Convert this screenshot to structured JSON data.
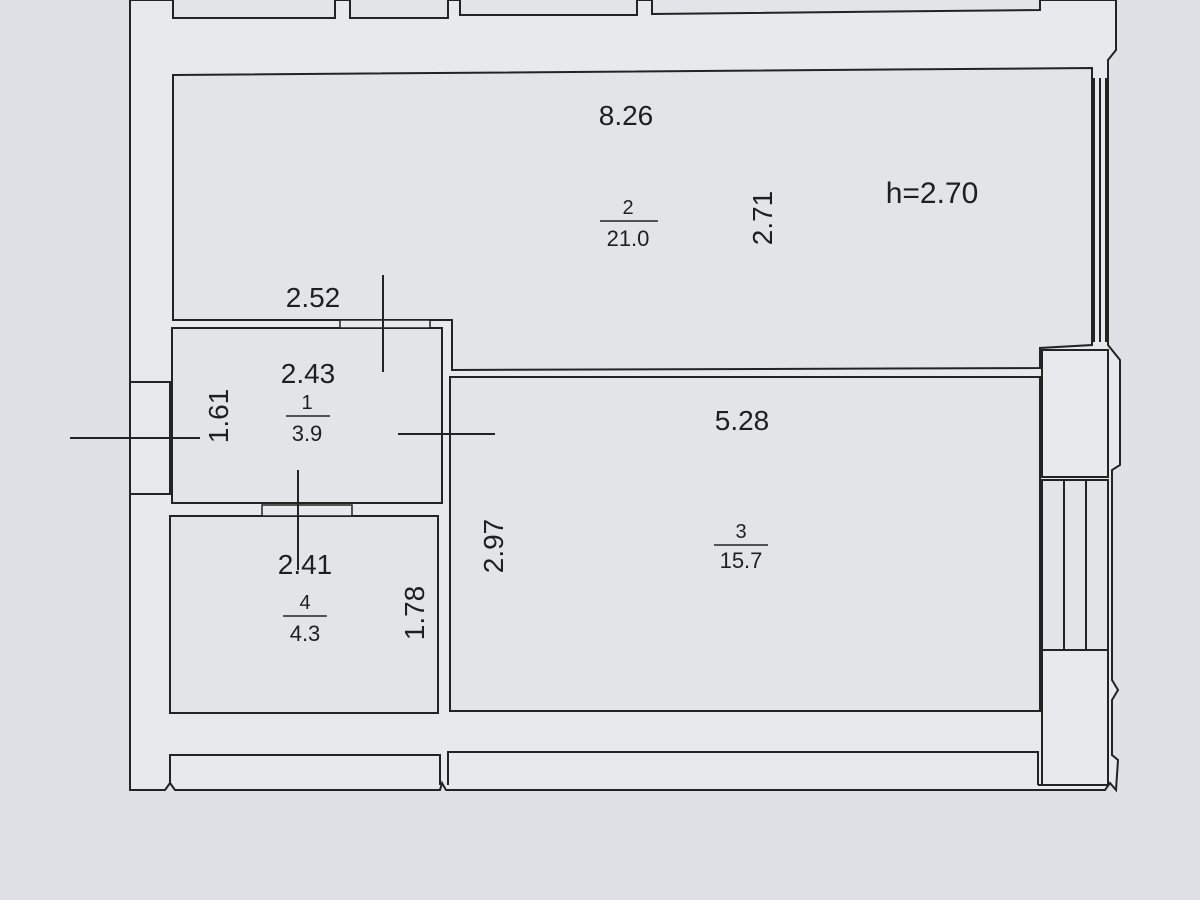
{
  "colors": {
    "paper": "#dfe1e6",
    "wall_fill": "#e7e9ed",
    "room_fill": "#e2e4e8",
    "line": "#232323"
  },
  "ceiling_height": "h=2.70",
  "rooms": [
    {
      "number": "1",
      "area": "3.9",
      "width_label": "2.43",
      "length_label": "1.61"
    },
    {
      "number": "2",
      "area": "21.0",
      "width_label": "8.26",
      "length_label": "2.71"
    },
    {
      "number": "3",
      "area": "15.7",
      "width_label": "5.28",
      "length_label": "2.97"
    },
    {
      "number": "4",
      "area": "4.3",
      "width_label": "2.41",
      "length_label": "1.78"
    }
  ],
  "extra_dimensions": {
    "corridor_width": "2.52"
  }
}
